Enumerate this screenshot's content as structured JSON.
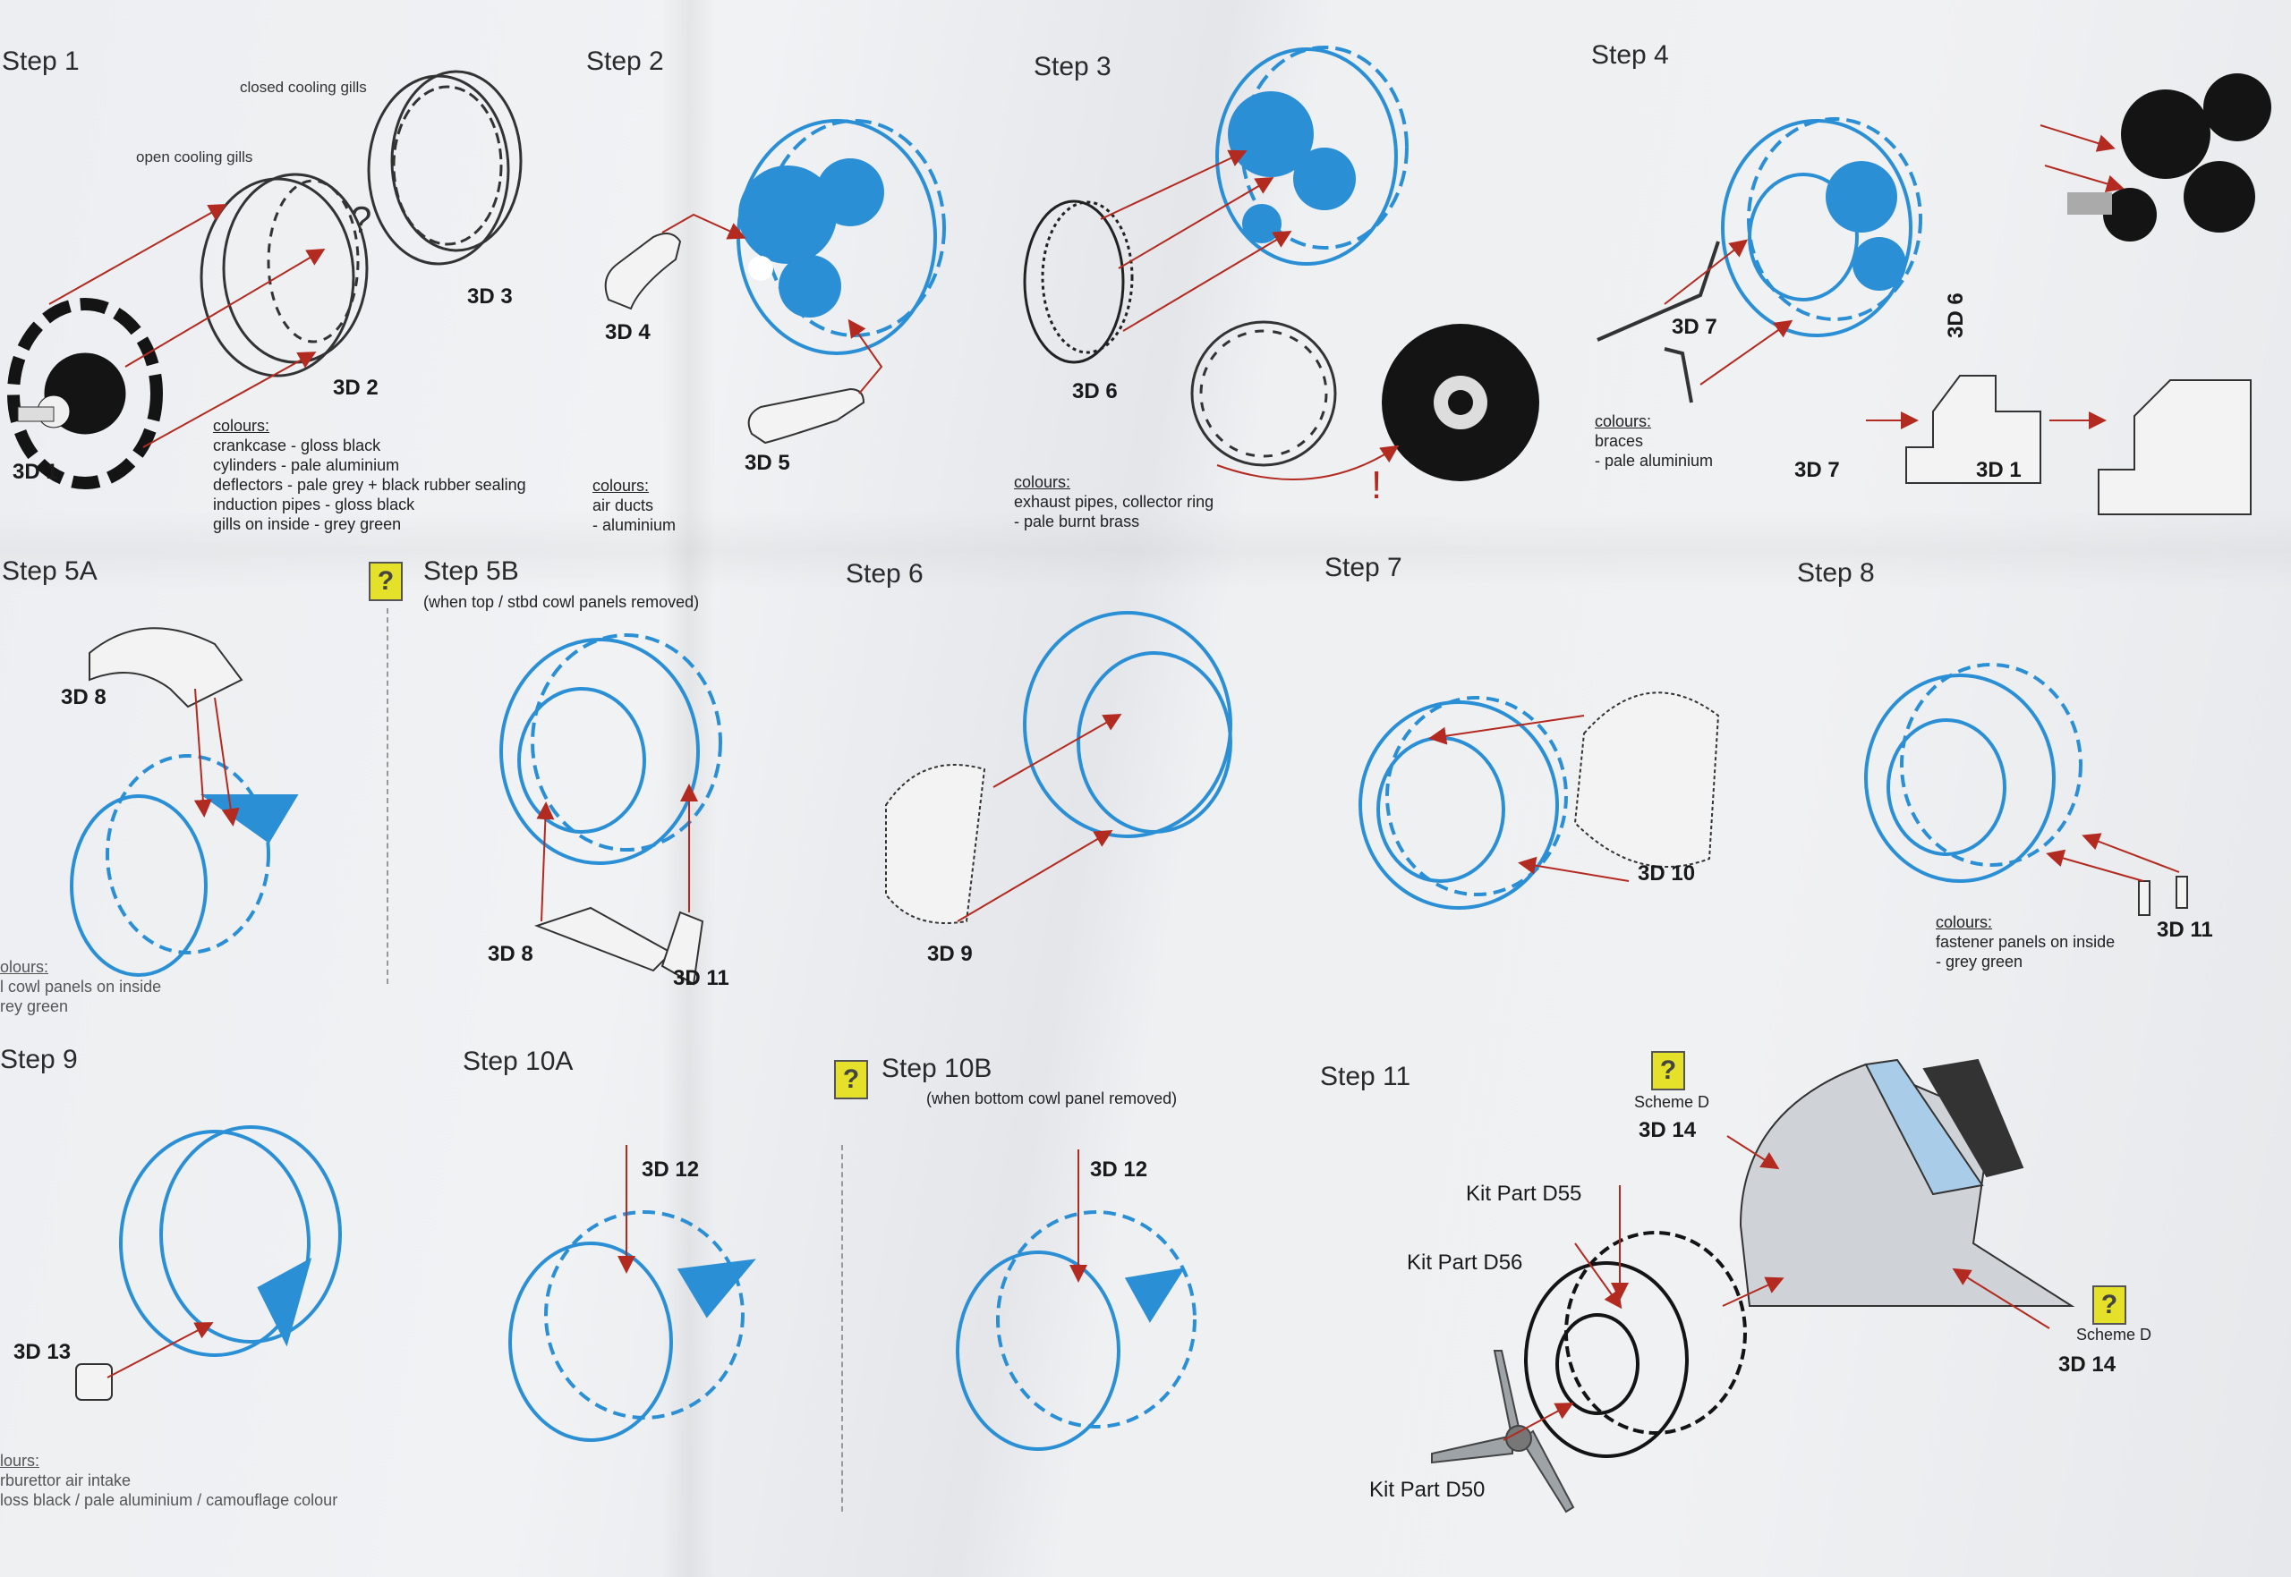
{
  "steps": {
    "s1": "Step 1",
    "s2": "Step 2",
    "s3": "Step 3",
    "s4": "Step 4",
    "s5a": "Step 5A",
    "s5b": "Step 5B",
    "s5b_note": "(when top / stbd cowl panels removed)",
    "s6": "Step 6",
    "s7": "Step 7",
    "s8": "Step 8",
    "s9": "Step 9",
    "s10a": "Step 10A",
    "s10b": "Step 10B",
    "s10b_note": "(when bottom cowl panel removed)",
    "s11": "Step 11"
  },
  "notes": {
    "closed_gills": "closed cooling gills",
    "open_gills": "open cooling gills",
    "question": "?",
    "exclaim": "!"
  },
  "labels": {
    "l3d1": "3D 1",
    "l3d2": "3D 2",
    "l3d3": "3D 3",
    "l3d4": "3D 4",
    "l3d5": "3D 5",
    "l3d6": "3D 6",
    "l3d6v": "3D 6",
    "l3d7a": "3D 7",
    "l3d7b": "3D 7",
    "l3d1b": "3D 1",
    "l3d8a": "3D 8",
    "l3d8b": "3D 8",
    "l3d11a": "3D 11",
    "l3d9": "3D 9",
    "l3d10": "3D 10",
    "l3d11b": "3D 11",
    "l3d13": "3D 13",
    "l3d12a": "3D 12",
    "l3d12b": "3D 12",
    "l3d14a": "3D 14",
    "l3d14b": "3D 14",
    "kit_d55": "Kit Part D55",
    "kit_d56": "Kit Part D56",
    "kit_d50": "Kit Part D50",
    "scheme_a": "Scheme D",
    "scheme_b": "Scheme D"
  },
  "colours": {
    "c1": [
      "colours:",
      "crankcase - gloss black",
      "cylinders - pale aluminium",
      "deflectors - pale grey + black rubber sealing",
      "induction pipes - gloss black",
      "gills on inside - grey green"
    ],
    "c2": [
      "colours:",
      "air ducts",
      "- aluminium"
    ],
    "c3": [
      "colours:",
      "exhaust pipes, collector ring",
      "- pale burnt brass"
    ],
    "c4": [
      "colours:",
      "braces",
      "- pale aluminium"
    ],
    "c5": [
      "olours:",
      "l cowl panels on inside",
      "rey green"
    ],
    "c8": [
      "colours:",
      "fastener panels on inside",
      "- grey green"
    ],
    "c9": [
      "lours:",
      "rburettor air intake",
      "loss black / pale aluminium / camouflage colour"
    ]
  },
  "qmark": "?",
  "palette": {
    "blue": "#2b8fd6",
    "black": "#141414",
    "red": "#b32a20",
    "yellow": "#e5e02a",
    "canopy": "#a9cde8",
    "fuselage": "#cfd2d6"
  }
}
